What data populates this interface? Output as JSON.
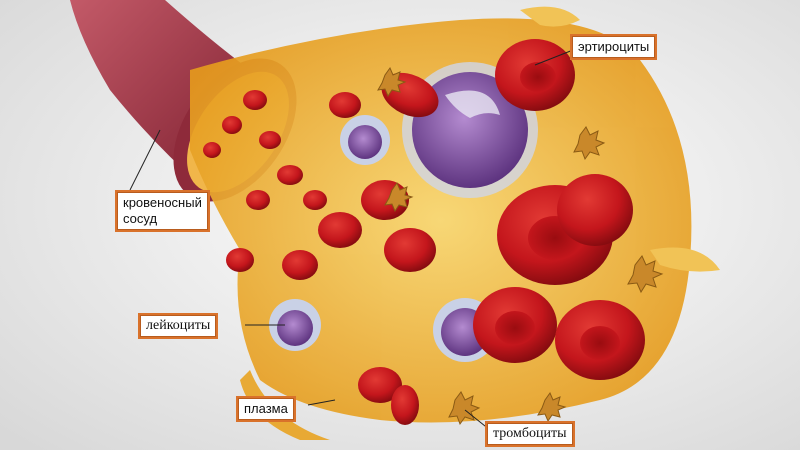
{
  "labels": {
    "erythrocytes": "эртироциты",
    "blood_vessel": "кровеносный\nсосуд",
    "leukocytes": "лейкоциты",
    "plasma": "плазма",
    "platelets": "тромбоциты"
  },
  "colors": {
    "label_border": "#d9722b",
    "erythrocyte": "#c4161c",
    "erythrocyte_center": "#8f0b10",
    "plasma": "#f2b632",
    "leukocyte": "#8a5aa6",
    "platelet": "#c9882a",
    "vessel": "#9c3a48"
  }
}
